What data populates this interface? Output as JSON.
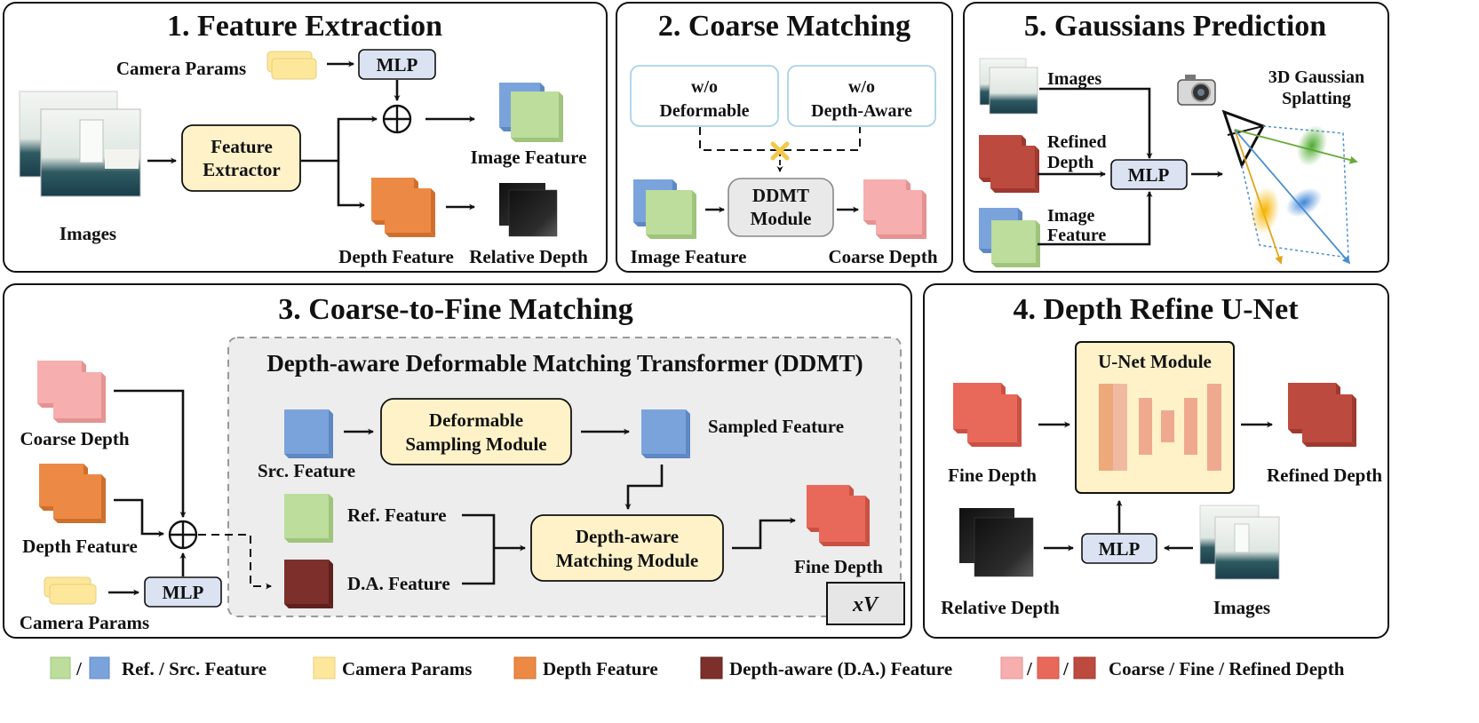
{
  "panels": {
    "p1": {
      "title": "1. Feature Extraction",
      "camera_params": "Camera Params",
      "mlp": "MLP",
      "extractor_l1": "Feature",
      "extractor_l2": "Extractor",
      "images": "Images",
      "image_feature": "Image Feature",
      "depth_feature": "Depth Feature",
      "relative_depth": "Relative Depth"
    },
    "p2": {
      "title": "2. Coarse Matching",
      "wo": "w/o",
      "deformable": "Deformable",
      "depth_aware": "Depth-Aware",
      "ddmt_l1": "DDMT",
      "ddmt_l2": "Module",
      "image_feature": "Image Feature",
      "coarse_depth": "Coarse Depth"
    },
    "p5": {
      "title": "5. Gaussians Prediction",
      "images": "Images",
      "refined_l1": "Refined",
      "refined_l2": "Depth",
      "image_l1": "Image",
      "image_l2": "Feature",
      "mlp": "MLP",
      "gs_l1": "3D Gaussian",
      "gs_l2": "Splatting"
    },
    "p3": {
      "title": "3. Coarse-to-Fine Matching",
      "ddmt_title": "Depth-aware Deformable Matching Transformer (DDMT)",
      "coarse_depth": "Coarse Depth",
      "depth_feature": "Depth Feature",
      "camera_params": "Camera Params",
      "mlp": "MLP",
      "src_feature": "Src. Feature",
      "deform_l1": "Deformable",
      "deform_l2": "Sampling Module",
      "sampled_feature": "Sampled Feature",
      "ref_feature": "Ref. Feature",
      "da_feature": "D.A. Feature",
      "match_l1": "Depth-aware",
      "match_l2": "Matching Module",
      "fine_depth": "Fine Depth",
      "repeat": "xV"
    },
    "p4": {
      "title": "4. Depth Refine U-Net",
      "unet": "U-Net Module",
      "fine_depth": "Fine Depth",
      "refined_depth": "Refined Depth",
      "relative_depth": "Relative Depth",
      "mlp": "MLP",
      "images": "Images"
    }
  },
  "legend": {
    "slash": "/",
    "ref_src": "Ref. / Src. Feature",
    "camera": "Camera Params",
    "depth": "Depth Feature",
    "da": "Depth-aware (D.A.) Feature",
    "cfr": "Coarse / Fine / Refined Depth"
  },
  "colors": {
    "ref_green": "#bcdd9c",
    "src_blue": "#7ba3db",
    "camera_yellow": "#fde79b",
    "depth_orange": "#ec8a45",
    "da_maroon": "#7d302b",
    "coarse_pink": "#f6aeae",
    "fine_red": "#e8695a",
    "refined_red": "#bd4a3f",
    "module_yellow": "#fff2c8",
    "mlp_blue": "#dbe3f3"
  }
}
